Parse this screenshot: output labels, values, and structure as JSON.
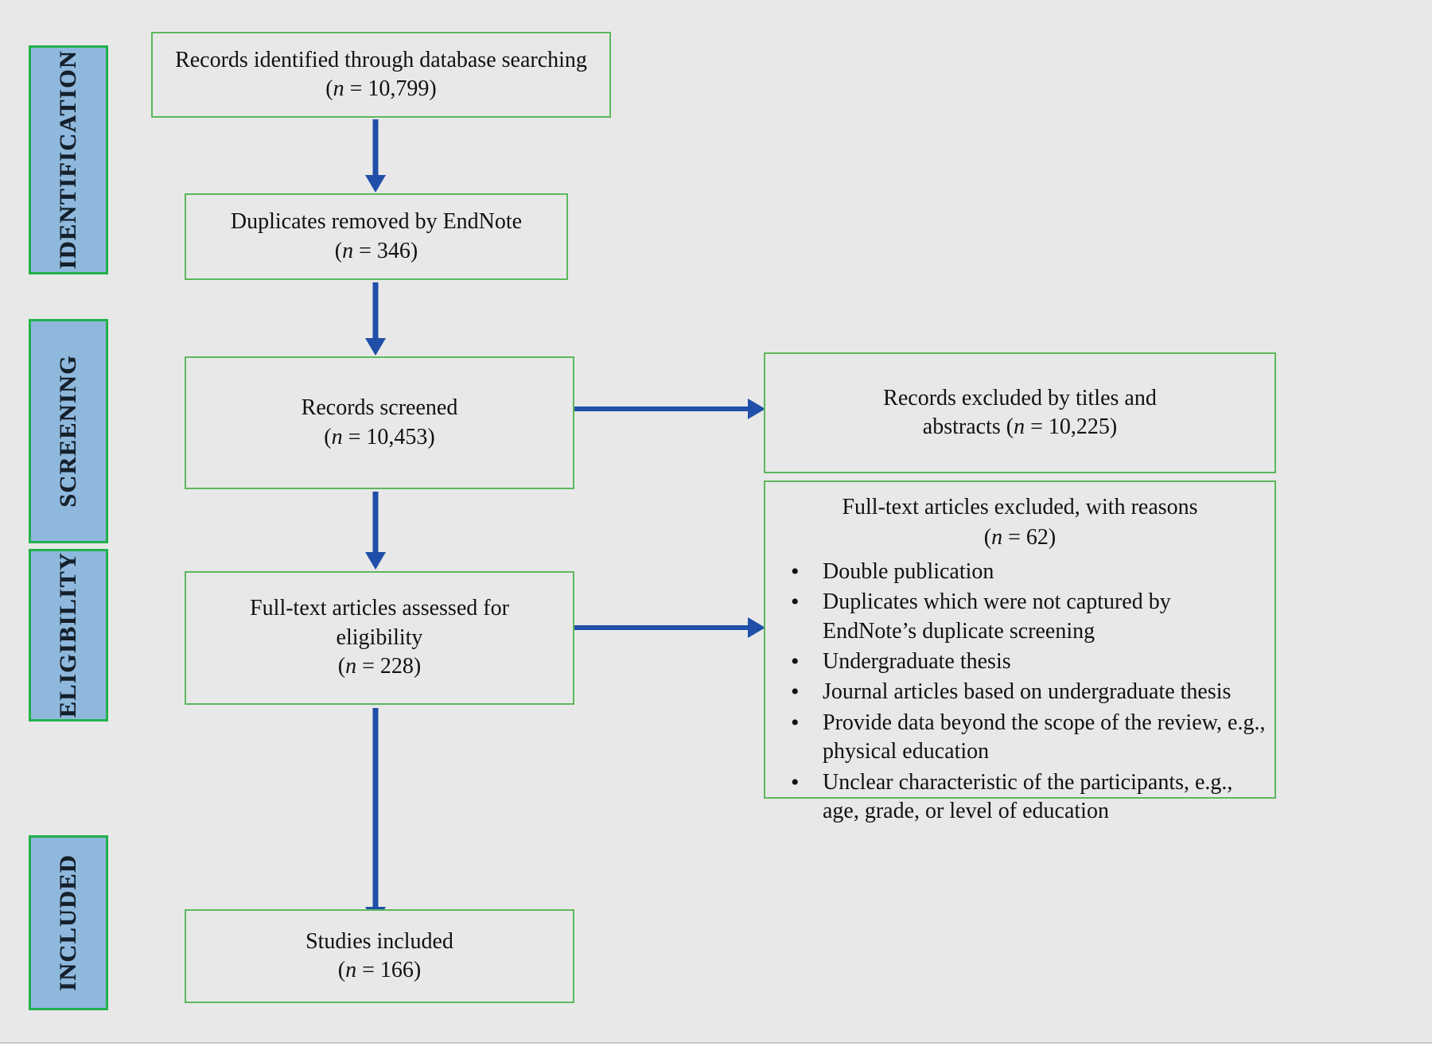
{
  "diagram": {
    "type": "prisma-flow-diagram",
    "background_color": "#e8e8e8",
    "box_border_color": "#5cb85c",
    "stage_fill_color": "#8fb8dd",
    "stage_border_color": "#22b14c",
    "arrow_color": "#1f4fa8"
  },
  "stages": [
    {
      "label": "IDENTIFICATION"
    },
    {
      "label": "SCREENING"
    },
    {
      "label": "ELIGIBILITY"
    },
    {
      "label": "INCLUDED"
    }
  ],
  "flow_boxes": [
    {
      "id": "records-identified",
      "title": "Records identified through database searching",
      "count_prefix": "(",
      "count_n": "n",
      "count_eq": " = ",
      "count_value": "10,799",
      "count_suffix": ")"
    },
    {
      "id": "duplicates-removed",
      "title": "Duplicates removed by EndNote",
      "count_prefix": "(",
      "count_n": "n",
      "count_eq": " = ",
      "count_value": "346",
      "count_suffix": ")"
    },
    {
      "id": "records-screened",
      "title": "Records screened",
      "count_prefix": "(",
      "count_n": "n",
      "count_eq": " = ",
      "count_value": "10,453",
      "count_suffix": ")"
    },
    {
      "id": "full-text-assessed",
      "title": "Full-text articles assessed for",
      "title_line2": "eligibility",
      "count_prefix": "(",
      "count_n": "n",
      "count_eq": " = ",
      "count_value": "228",
      "count_suffix": ")"
    },
    {
      "id": "studies-included",
      "title": "Studies included",
      "count_prefix": "(",
      "count_n": "n",
      "count_eq": " = ",
      "count_value": "166",
      "count_suffix": ")"
    }
  ],
  "excluded_boxes": [
    {
      "id": "records-excluded",
      "line1": "Records excluded by titles and",
      "line2_pre": "abstracts (",
      "line2_n": "n",
      "line2_eq": " = ",
      "line2_value": "10,225",
      "line2_suffix": ")"
    }
  ],
  "reasons_box": {
    "id": "fulltext-excluded-reasons",
    "heading": "Full-text articles excluded, with reasons",
    "count_prefix": "(",
    "count_n": "n",
    "count_eq": " = ",
    "count_value": "62",
    "count_suffix": ")",
    "items": [
      "Double publication",
      "Duplicates which were not captured by EndNote’s duplicate screening",
      "Undergraduate thesis",
      "Journal articles based on undergraduate thesis",
      "Provide data beyond the scope of the review, e.g., physical education",
      "Unclear characteristic of the participants, e.g., age, grade, or level of education"
    ]
  }
}
